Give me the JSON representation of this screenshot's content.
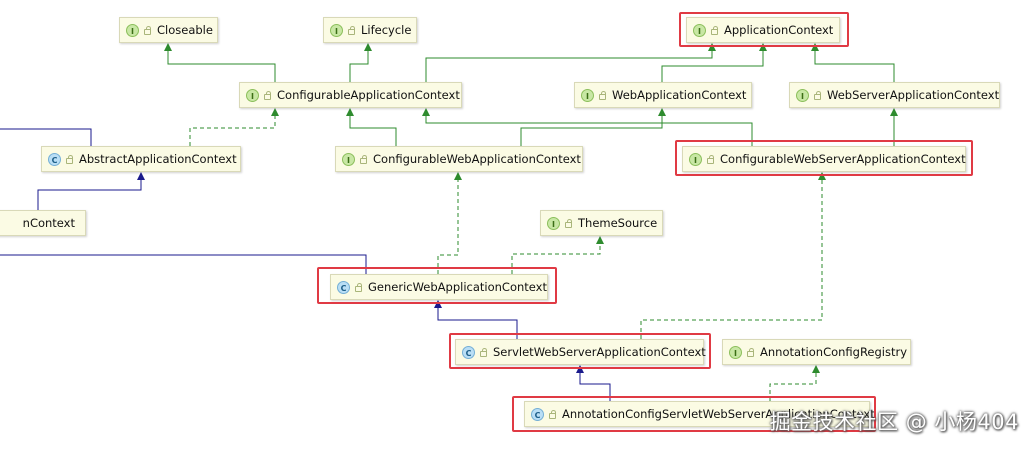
{
  "diagram": {
    "nodes": [
      {
        "id": "closeable",
        "kind": "I",
        "label": "Closeable"
      },
      {
        "id": "lifecycle",
        "kind": "I",
        "label": "Lifecycle"
      },
      {
        "id": "app_ctx",
        "kind": "I",
        "label": "ApplicationContext",
        "highlighted": true
      },
      {
        "id": "conf_app_ctx",
        "kind": "I",
        "label": "ConfigurableApplicationContext"
      },
      {
        "id": "web_app_ctx",
        "kind": "I",
        "label": "WebApplicationContext"
      },
      {
        "id": "web_server_app_ctx",
        "kind": "I",
        "label": "WebServerApplicationContext"
      },
      {
        "id": "abstract_app_ctx",
        "kind": "C",
        "label": "AbstractApplicationContext"
      },
      {
        "id": "conf_web_app_ctx",
        "kind": "I",
        "label": "ConfigurableWebApplicationContext"
      },
      {
        "id": "conf_web_server_app_ctx",
        "kind": "I",
        "label": "ConfigurableWebServerApplicationContext",
        "highlighted": true
      },
      {
        "id": "partial_ctx",
        "kind": "",
        "label": "nContext"
      },
      {
        "id": "theme_source",
        "kind": "I",
        "label": "ThemeSource"
      },
      {
        "id": "generic_web_app_ctx",
        "kind": "C",
        "label": "GenericWebApplicationContext",
        "highlighted": true
      },
      {
        "id": "servlet_web_server_app_ctx",
        "kind": "C",
        "label": "ServletWebServerApplicationContext",
        "highlighted": true
      },
      {
        "id": "annotation_config_registry",
        "kind": "I",
        "label": "AnnotationConfigRegistry"
      },
      {
        "id": "annotation_servlet_ctx",
        "kind": "C",
        "label": "AnnotationConfigServletWebServerApplicationContext",
        "highlighted": true
      }
    ],
    "edges": [
      {
        "from": "conf_app_ctx",
        "to": "closeable",
        "type": "extends-interface"
      },
      {
        "from": "conf_app_ctx",
        "to": "lifecycle",
        "type": "extends-interface"
      },
      {
        "from": "conf_app_ctx",
        "to": "app_ctx",
        "type": "extends-interface"
      },
      {
        "from": "web_app_ctx",
        "to": "app_ctx",
        "type": "extends-interface"
      },
      {
        "from": "web_server_app_ctx",
        "to": "app_ctx",
        "type": "extends-interface"
      },
      {
        "from": "abstract_app_ctx",
        "to": "conf_app_ctx",
        "type": "implements"
      },
      {
        "from": "conf_web_app_ctx",
        "to": "conf_app_ctx",
        "type": "extends-interface"
      },
      {
        "from": "conf_web_app_ctx",
        "to": "web_app_ctx",
        "type": "extends-interface"
      },
      {
        "from": "conf_web_server_app_ctx",
        "to": "conf_app_ctx",
        "type": "extends-interface"
      },
      {
        "from": "conf_web_server_app_ctx",
        "to": "web_server_app_ctx",
        "type": "extends-interface"
      },
      {
        "from": "partial_ctx",
        "to": "abstract_app_ctx",
        "type": "extends-class"
      },
      {
        "from": "generic_web_app_ctx",
        "to": "conf_web_app_ctx",
        "type": "implements"
      },
      {
        "from": "generic_web_app_ctx",
        "to": "theme_source",
        "type": "implements"
      },
      {
        "from": "servlet_web_server_app_ctx",
        "to": "generic_web_app_ctx",
        "type": "extends-class"
      },
      {
        "from": "servlet_web_server_app_ctx",
        "to": "conf_web_server_app_ctx",
        "type": "implements"
      },
      {
        "from": "annotation_servlet_ctx",
        "to": "servlet_web_server_app_ctx",
        "type": "extends-class"
      },
      {
        "from": "annotation_servlet_ctx",
        "to": "annotation_config_registry",
        "type": "implements"
      }
    ],
    "colors": {
      "interface_edge": "#2e8b2e",
      "class_edge": "#1a1a8c",
      "highlight": "#e03a44",
      "node_fill": "#fbfbe4"
    }
  },
  "watermark": "掘金技术社区 @ 小杨404"
}
